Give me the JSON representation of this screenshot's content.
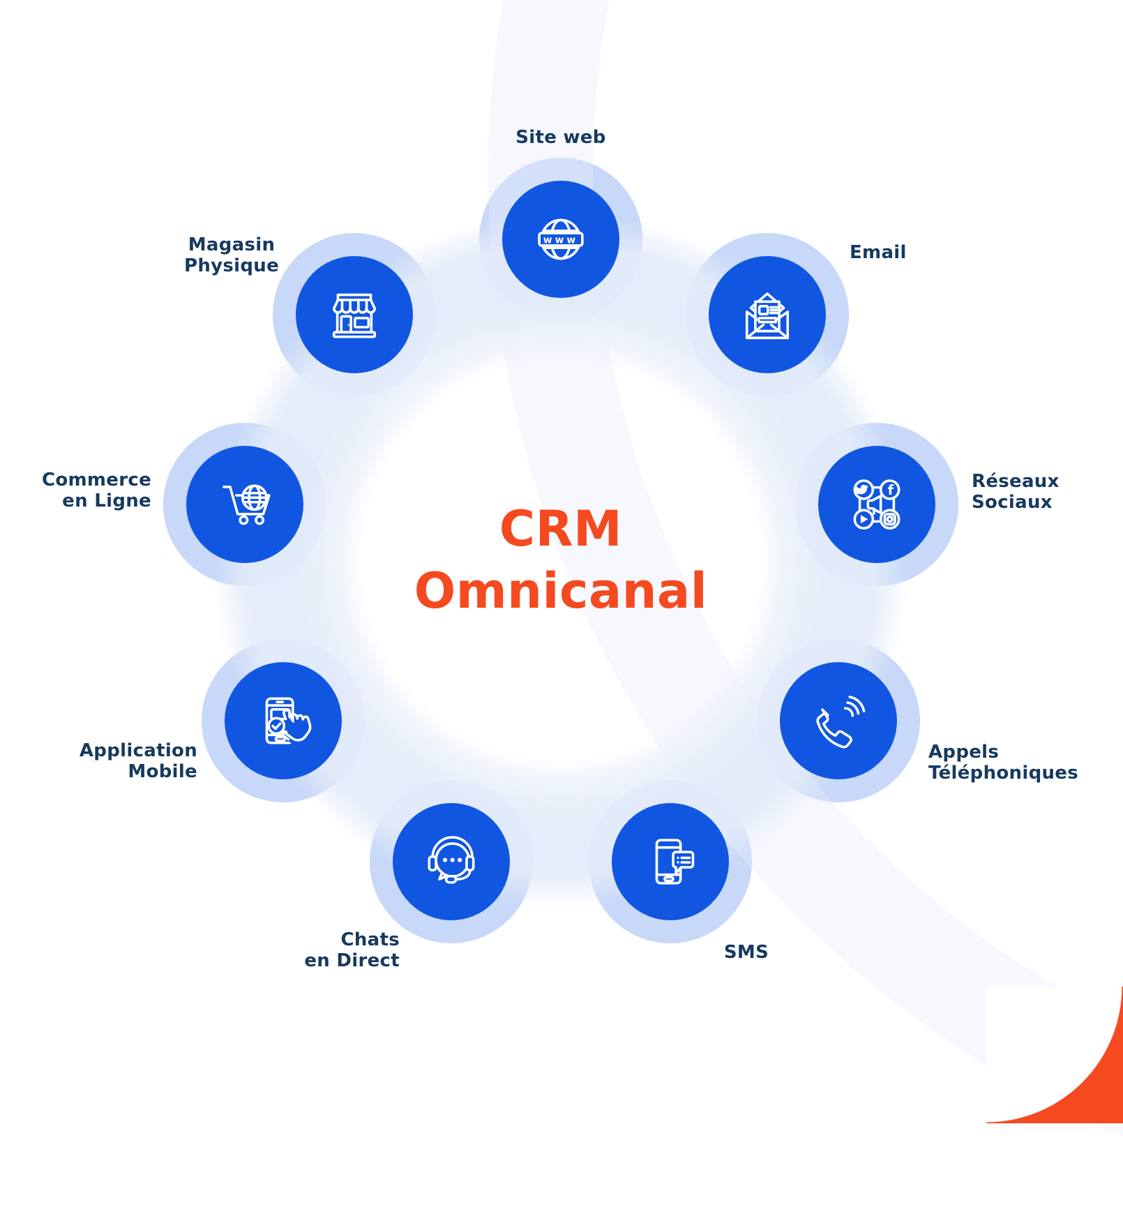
{
  "title": "CRM\nOmnicanal",
  "channels": [
    {
      "label": "Site web",
      "icon": "globe-www-icon"
    },
    {
      "label": "Email",
      "icon": "open-email-icon"
    },
    {
      "label": "Réseaux\nSociaux",
      "icon": "social-network-icon"
    },
    {
      "label": "Appels\nTéléphoniques",
      "icon": "phone-call-icon"
    },
    {
      "label": "SMS",
      "icon": "sms-bubble-icon"
    },
    {
      "label": "Chats\nen Direct",
      "icon": "headset-chat-icon"
    },
    {
      "label": "Application\nMobile",
      "icon": "phone-tap-icon"
    },
    {
      "label": "Commerce\nen Ligne",
      "icon": "cart-globe-icon"
    },
    {
      "label": "Magasin\nPhysique",
      "icon": "storefront-icon"
    }
  ],
  "icon_banner_text": "www",
  "icon_facebook_letter": "f",
  "colors": {
    "accent": "#F5491F",
    "node-blue": "#1156E0",
    "halo-blue": "#C7D8F8",
    "ring-blue": "#E6EDF9",
    "label-navy": "#17395F",
    "background": "#FFFFFF"
  }
}
